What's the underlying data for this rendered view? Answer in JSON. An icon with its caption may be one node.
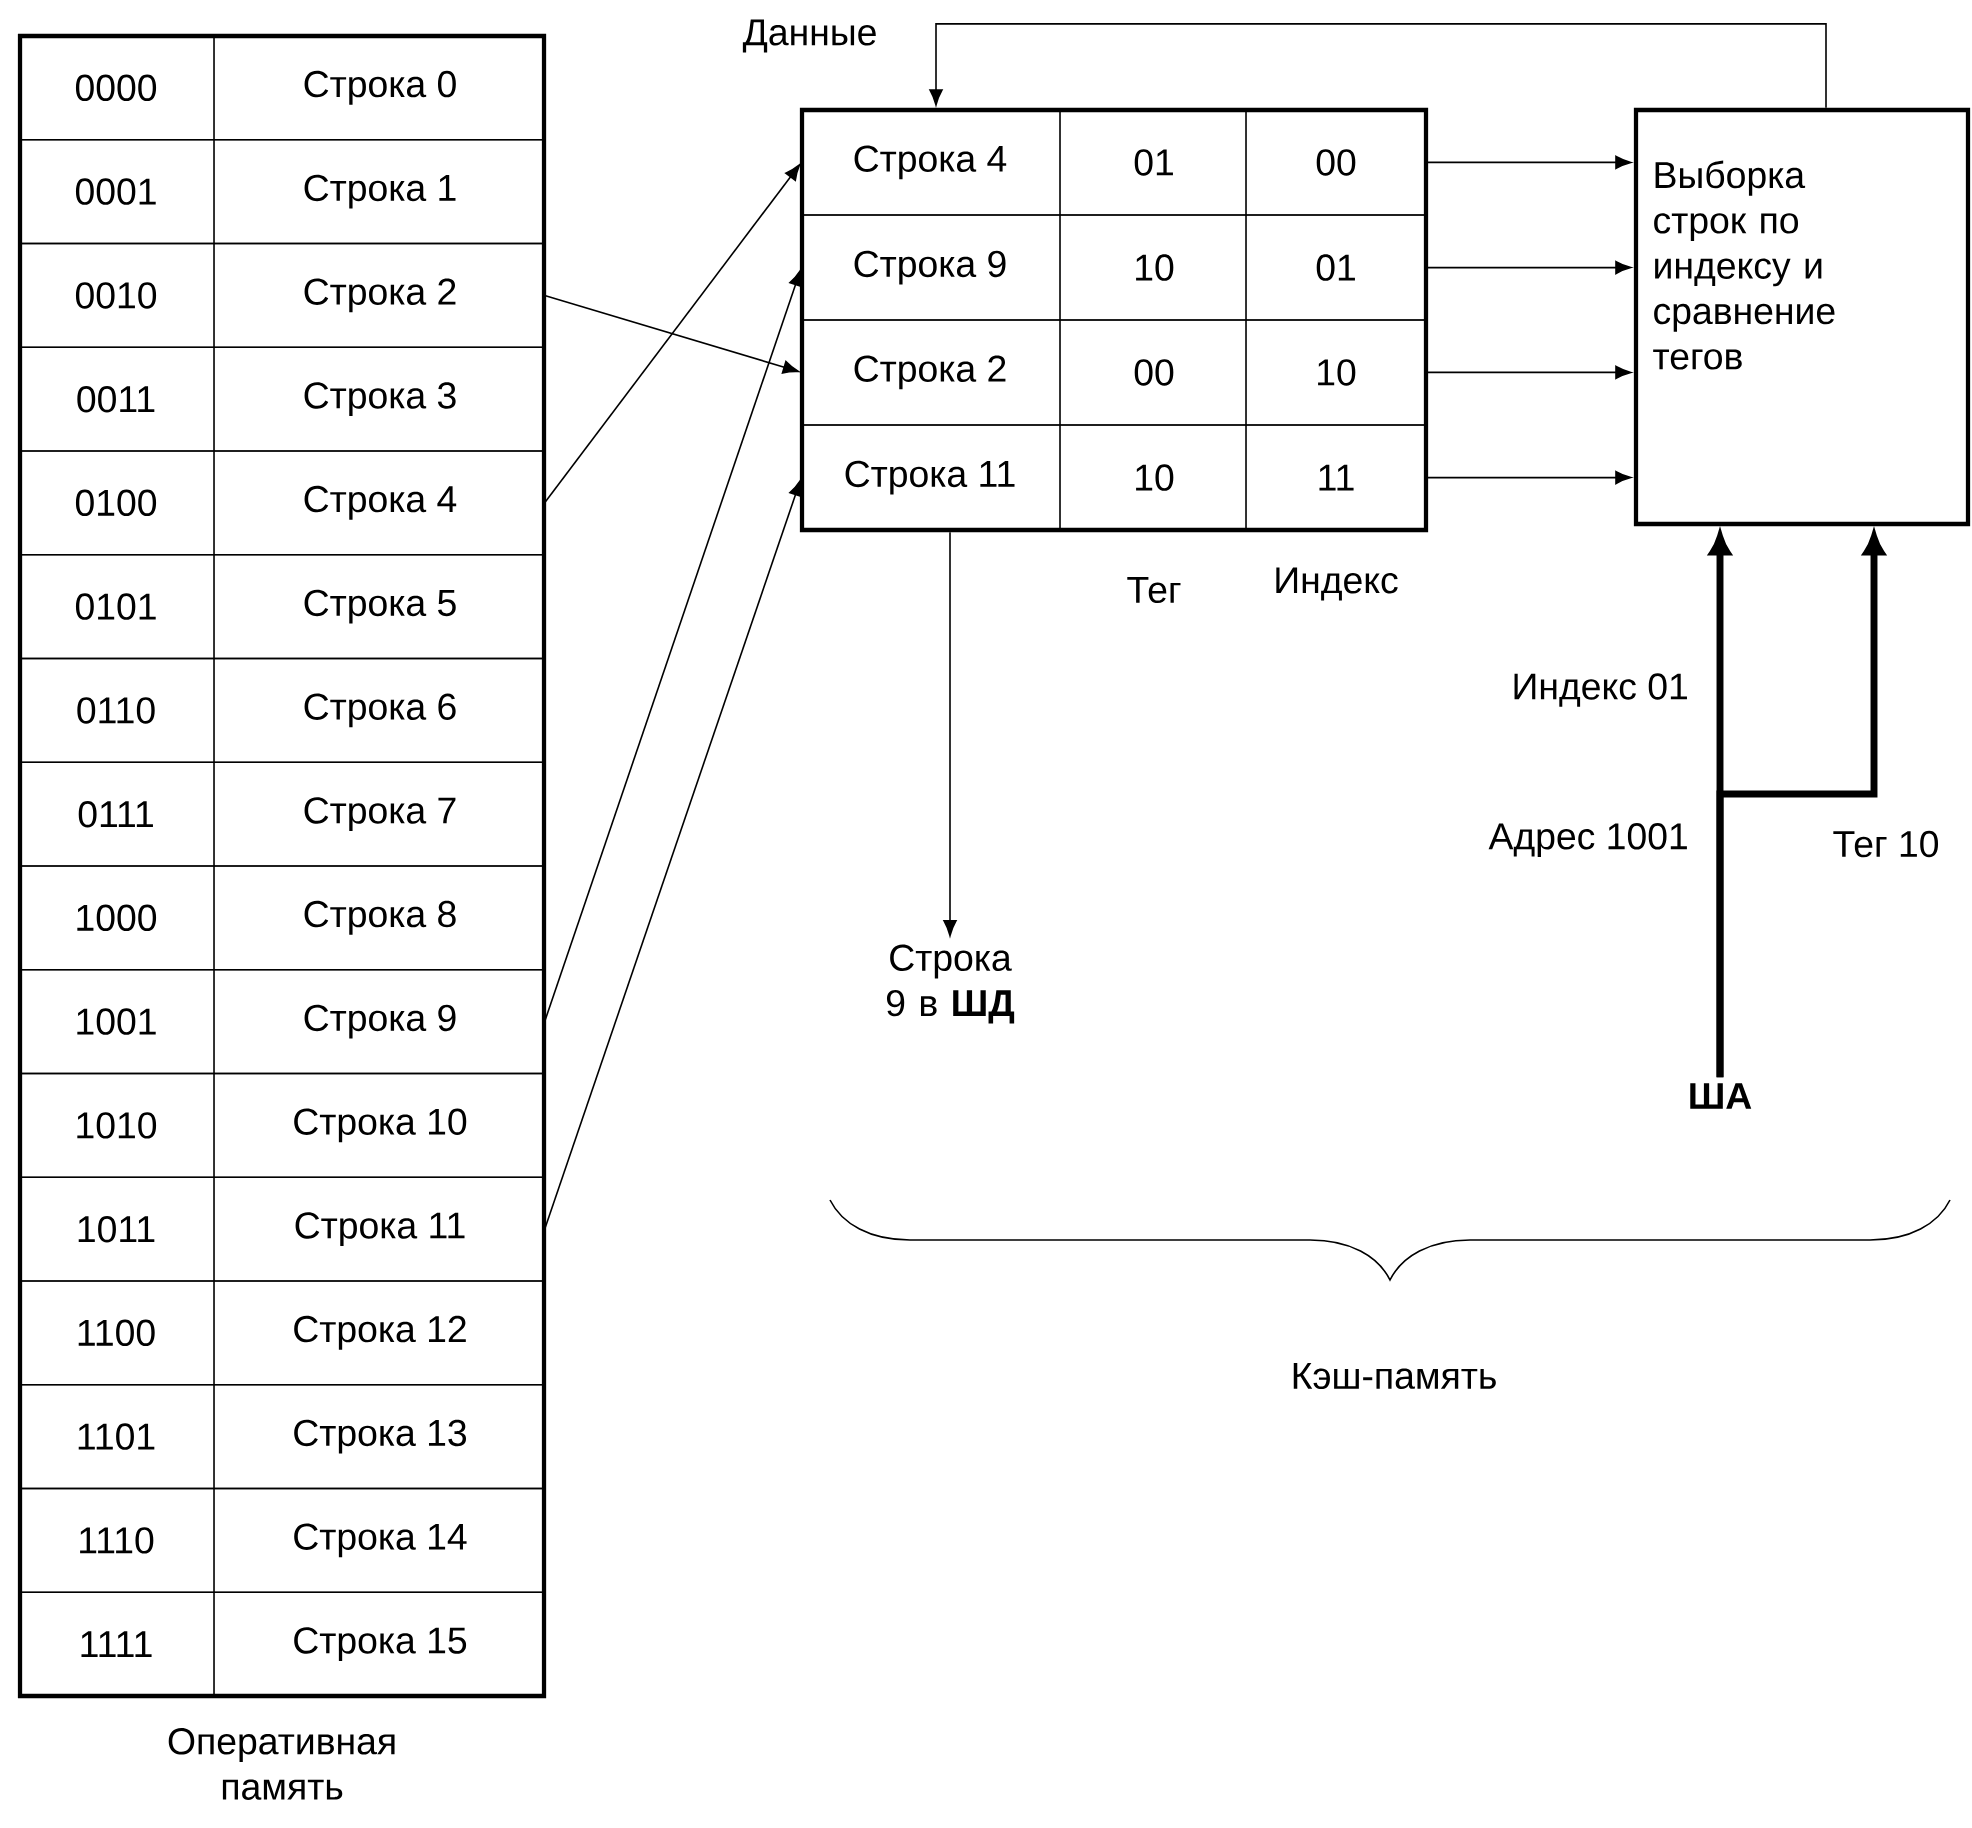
{
  "diagram": {
    "nodes": [
      {
        "text": [
          "Оперативная память"
        ]
      },
      {
        "text": [
          "0000",
          "Строка 0"
        ],
        "in": 0
      },
      {
        "text": [
          "0001",
          "Строка 1"
        ],
        "in": 0
      },
      {
        "text": [
          "0010",
          "Строка 2"
        ],
        "in": 0
      },
      {
        "text": [
          "0011",
          "Строка 3"
        ],
        "in": 0
      },
      {
        "text": [
          "0100",
          "Строка 4"
        ],
        "in": 0
      },
      {
        "text": [
          "0101",
          "Строка 5"
        ],
        "in": 0
      },
      {
        "text": [
          "0110",
          "Строка 6"
        ],
        "in": 0
      },
      {
        "text": [
          "0111",
          "Строка 7"
        ],
        "in": 0
      },
      {
        "text": [
          "1000",
          "Строка 8"
        ],
        "in": 0
      },
      {
        "text": [
          "1001",
          "Строка 9"
        ],
        "in": 0
      },
      {
        "text": [
          "1010",
          "Строка 10"
        ],
        "in": 0
      },
      {
        "text": [
          "1011",
          "Строка 11"
        ],
        "in": 0
      },
      {
        "text": [
          "1100",
          "Строка 12"
        ],
        "in": 0
      },
      {
        "text": [
          "1101",
          "Строка 13"
        ],
        "in": 0
      },
      {
        "text": [
          "1110",
          "Строка 14"
        ],
        "in": 0
      },
      {
        "text": [
          "1111",
          "Строка 15"
        ],
        "in": 0
      },
      {
        "text": [],
        "shape": "box"
      },
      {
        "text": [
          "Строка 4",
          "01",
          "00"
        ],
        "in": 17
      },
      {
        "text": [
          "Строка 9",
          "10",
          "01"
        ],
        "in": 17
      },
      {
        "text": [
          "Строка 2",
          "00",
          "10"
        ],
        "in": 17
      },
      {
        "text": [
          "Строка 11",
          "10",
          "11"
        ],
        "in": 17
      },
      {
        "text": [
          "Выборка строк по индексу и сравнение тегов"
        ]
      },
      {
        "text": [
          "Строка 9 в **ШД**"
        ]
      },
      {
        "text": [
          "**ША**"
        ]
      }
    ],
    "edges": [
      {
        "from": 3,
        "to": 20,
        "arrow": "to"
      },
      {
        "from": 5,
        "to": 18,
        "arrow": "to"
      },
      {
        "from": 10,
        "to": 19,
        "arrow": "to"
      },
      {
        "from": 12,
        "to": 21,
        "arrow": "to"
      },
      {
        "from": 18,
        "to": 22,
        "arrow": "to"
      },
      {
        "from": 19,
        "to": 22,
        "arrow": "to"
      },
      {
        "from": 20,
        "to": 22,
        "arrow": "to"
      },
      {
        "from": 21,
        "to": 22,
        "arrow": "to"
      },
      {
        "from": 22,
        "to": 17,
        "arrow": "to",
        "label": "Данные"
      },
      {
        "from": 17,
        "to": 23,
        "arrow": "to"
      },
      {
        "from": 24,
        "to": 22,
        "arrow": "to",
        "label": "Индекс 01",
        "style": "thick"
      },
      {
        "from": 24,
        "to": 22,
        "arrow": "to",
        "label": "Тег 10",
        "style": "thick"
      }
    ],
    "labels": [
      "Тег",
      "Индекс",
      "Адрес 1001",
      "Кэш-память"
    ]
  }
}
